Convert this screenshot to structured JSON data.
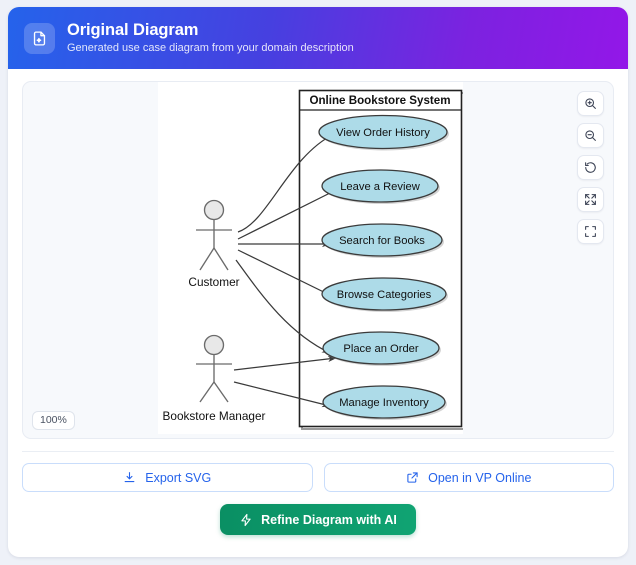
{
  "header": {
    "title": "Original Diagram",
    "subtitle": "Generated use case diagram from your domain description",
    "icon": "ai-document-icon",
    "gradient_from": "#2563eb",
    "gradient_to": "#9317e8"
  },
  "canvas": {
    "zoom_level": "100%",
    "background": "#f7f9fc",
    "tools": [
      {
        "name": "zoom-in-icon",
        "label": "Zoom In"
      },
      {
        "name": "zoom-out-icon",
        "label": "Zoom Out"
      },
      {
        "name": "reset-view-icon",
        "label": "Reset View"
      },
      {
        "name": "fit-to-screen-icon",
        "label": "Fit to Screen"
      },
      {
        "name": "fullscreen-icon",
        "label": "Fullscreen"
      }
    ]
  },
  "diagram": {
    "type": "uml-use-case",
    "system_boundary": "Online Bookstore System",
    "actors": [
      {
        "id": "customer",
        "label": "Customer"
      },
      {
        "id": "manager",
        "label": "Bookstore Manager"
      }
    ],
    "use_cases": [
      {
        "id": "uc1",
        "label": "View Order History"
      },
      {
        "id": "uc2",
        "label": "Leave a Review"
      },
      {
        "id": "uc3",
        "label": "Search for Books"
      },
      {
        "id": "uc4",
        "label": "Browse Categories"
      },
      {
        "id": "uc5",
        "label": "Place an Order"
      },
      {
        "id": "uc6",
        "label": "Manage Inventory"
      }
    ],
    "associations": [
      {
        "from": "customer",
        "to": "uc1"
      },
      {
        "from": "customer",
        "to": "uc2"
      },
      {
        "from": "customer",
        "to": "uc3"
      },
      {
        "from": "customer",
        "to": "uc4"
      },
      {
        "from": "customer",
        "to": "uc5"
      },
      {
        "from": "manager",
        "to": "uc5"
      },
      {
        "from": "manager",
        "to": "uc6"
      }
    ],
    "colors": {
      "use_case_fill": "#addbe8",
      "use_case_stroke": "#3b3b3b",
      "actor_fill": "#e8e8e8",
      "boundary_stroke": "#222222"
    }
  },
  "footer": {
    "export_svg_label": "Export SVG",
    "export_svg_icon": "download-icon",
    "open_vp_label": "Open in VP Online",
    "open_vp_icon": "external-link-icon",
    "refine_label": "Refine Diagram with AI",
    "refine_icon": "lightning-bolt-icon",
    "refine_color": "#0a8f63",
    "link_color": "#2563eb"
  }
}
